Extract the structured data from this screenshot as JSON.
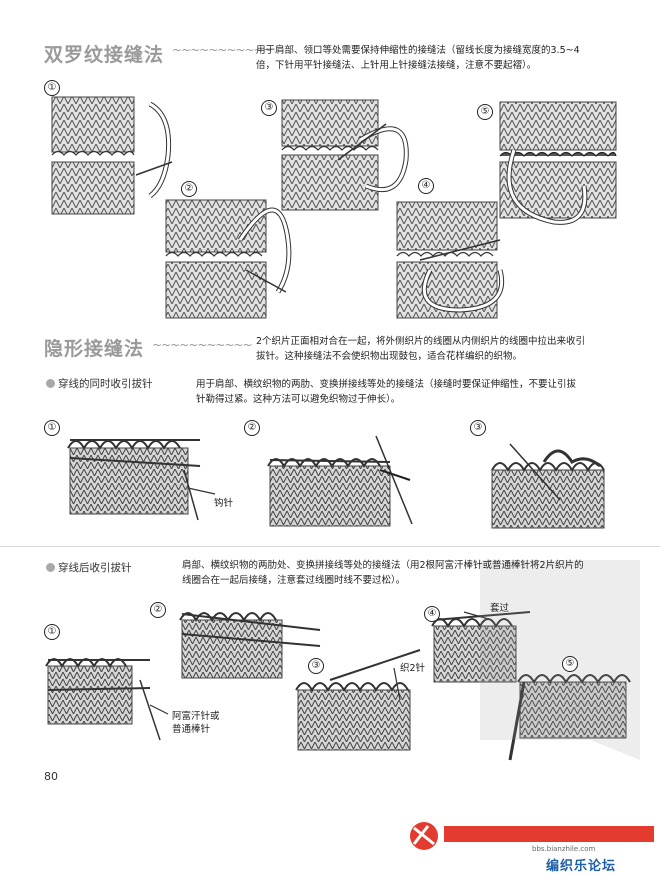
{
  "section1": {
    "title": "双罗纹接缝法",
    "desc_line1": "用于肩部、领口等处需要保持伸缩性的接缝法（留线长度为接缝宽度的3.5~4",
    "desc_line2": "倍，下针用平针接缝法、上针用上针接缝法接缝，注意不要起褶）。"
  },
  "section2": {
    "title": "隐形接缝法",
    "desc_line1": "2个织片正面相对合在一起，将外侧织片的线圈从内侧织片的线圈中拉出来收引",
    "desc_line2": "拔针。这种接缝法不会使织物出现鼓包，适合花样编织的织物。"
  },
  "sub1": {
    "title": "穿线的同时收引拔针",
    "desc_line1": "用于肩部、横纹织物的两肋、变换拼接线等处的接缝法（接缝时要保证伸缩性，不要让引拔",
    "desc_line2": "针勒得过紧。这种方法可以避免织物过于伸长）。",
    "label_hook": "钩针"
  },
  "sub2": {
    "title": "穿线后收引拔针",
    "desc_line1": "肩部、横纹织物的两肋处、变换拼接线等处的接缝法（用2根阿富汗棒针或普通棒针将2片织片的",
    "desc_line2": "线圈合在一起后接缝，注意套过线圈时线不要过松）。",
    "label_needle_line1": "阿富汗针或",
    "label_needle_line2": "普通棒针",
    "label_knit": "织2针",
    "label_pass": "套过"
  },
  "steps": [
    "①",
    "②",
    "③",
    "④",
    "⑤"
  ],
  "page_number": "80",
  "footer": {
    "brand": "编织乐论坛",
    "site": "bbs.bianzhile.com"
  }
}
